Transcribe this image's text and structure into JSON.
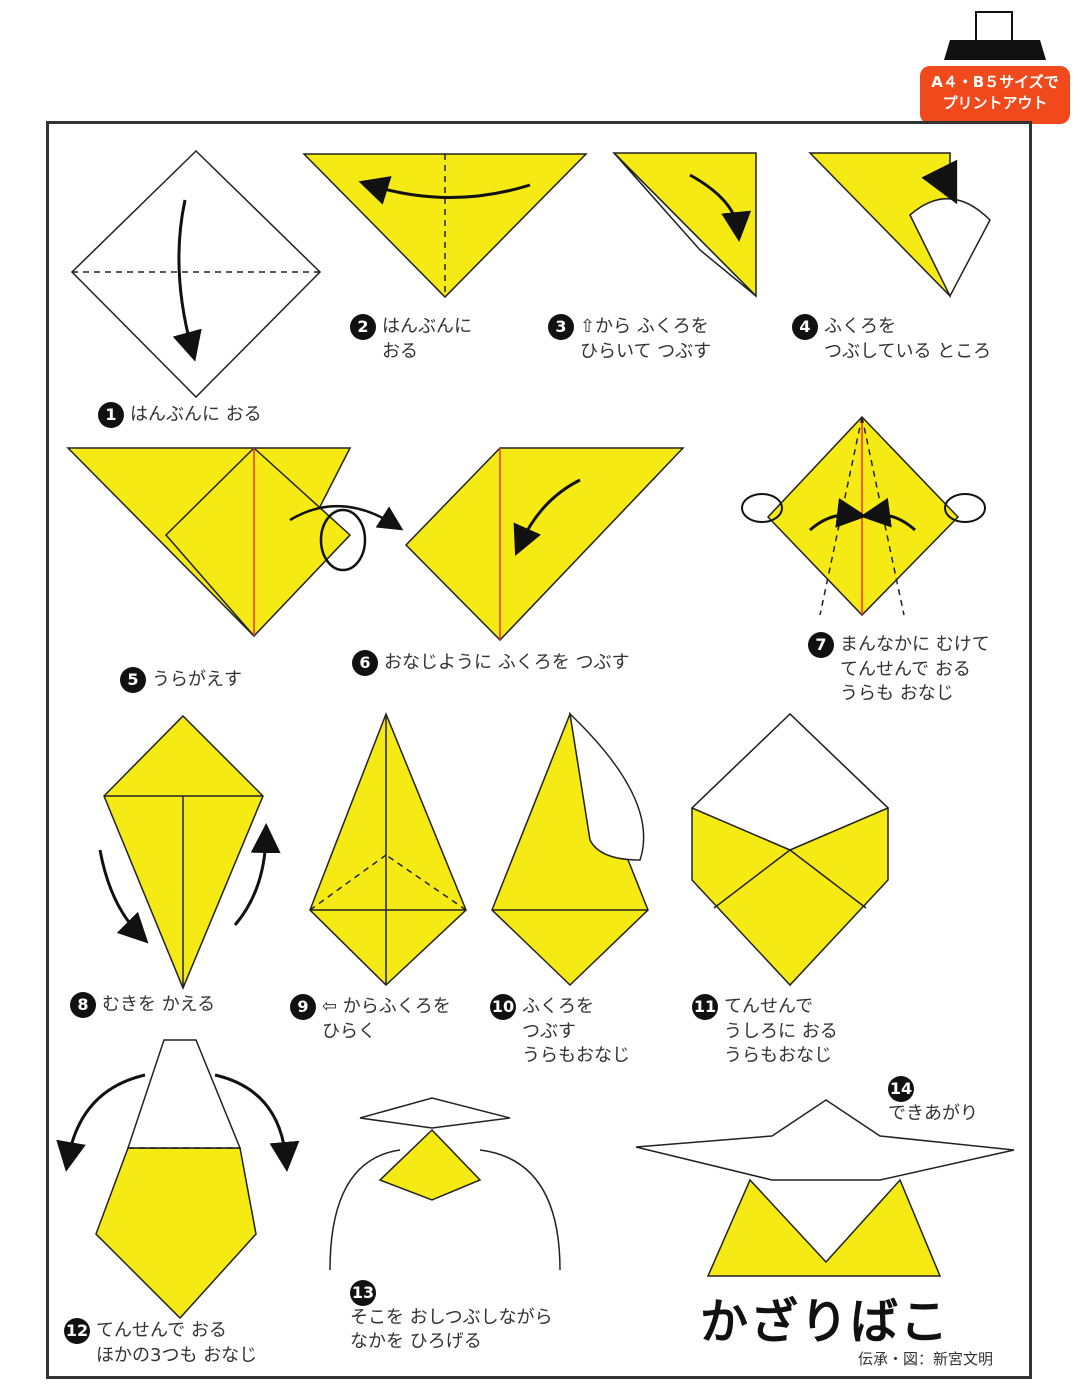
{
  "print": {
    "label_line1": "A４・B５サイズで",
    "label_line2": "プリントアウト"
  },
  "steps": [
    {
      "num": "1",
      "lines": [
        "はんぶんに おる"
      ]
    },
    {
      "num": "2",
      "lines": [
        "はんぶんに",
        "おる"
      ]
    },
    {
      "num": "3",
      "lines": [
        "⇧から ふくろを",
        "ひらいて つぶす"
      ]
    },
    {
      "num": "4",
      "lines": [
        "ふくろを",
        "つぶしている ところ"
      ]
    },
    {
      "num": "5",
      "lines": [
        "うらがえす"
      ]
    },
    {
      "num": "6",
      "lines": [
        "おなじように ふくろを つぶす"
      ]
    },
    {
      "num": "7",
      "lines": [
        "まんなかに むけて",
        "てんせんで おる",
        "うらも おなじ"
      ]
    },
    {
      "num": "8",
      "lines": [
        "むきを かえる"
      ]
    },
    {
      "num": "9",
      "lines": [
        "⇦ からふくろを",
        "ひらく"
      ]
    },
    {
      "num": "10",
      "lines": [
        "ふくろを",
        "つぶす",
        "うらもおなじ"
      ]
    },
    {
      "num": "11",
      "lines": [
        "てんせんで",
        "うしろに おる",
        "うらもおなじ"
      ]
    },
    {
      "num": "12",
      "lines": [
        "てんせんで おる",
        "ほかの3つも おなじ"
      ]
    },
    {
      "num": "13",
      "lines": [
        "そこを おしつぶしながら",
        "なかを ひろげる"
      ]
    },
    {
      "num": "14",
      "lines": [
        "できあがり"
      ]
    }
  ],
  "title": "かざりばこ",
  "credit": "伝承・図：新宮文明",
  "colors": {
    "paper_yellow": "#f5ea14",
    "outline": "#222222",
    "accent_red": "#f04a1c"
  }
}
